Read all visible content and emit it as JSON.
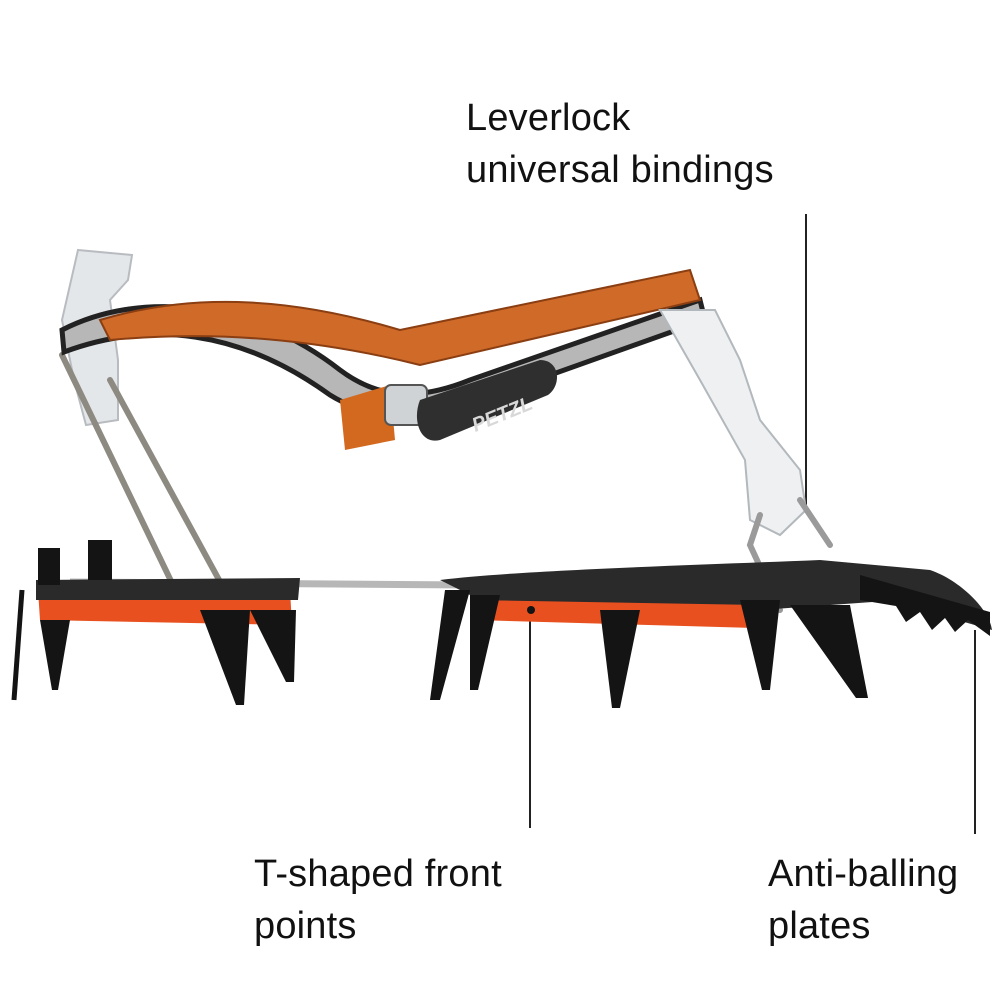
{
  "annotations": [
    {
      "id": "bindings",
      "lines": [
        "Leverlock",
        "universal bindings"
      ]
    },
    {
      "id": "front",
      "lines": [
        "T-shaped front",
        "points"
      ]
    },
    {
      "id": "plates",
      "lines": [
        "Anti-balling",
        "plates"
      ]
    }
  ],
  "product": {
    "strap_brand": "PETZL"
  },
  "colors": {
    "steel": "#1a1a1a",
    "orange": "#e8511f",
    "strap": "#d2691e",
    "binding": "#e9ecef",
    "leader_line": "#222222"
  }
}
